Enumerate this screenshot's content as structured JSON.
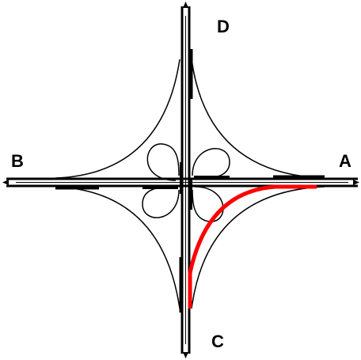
{
  "labels": {
    "north": "D",
    "south": "C",
    "west": "B",
    "east": "A"
  },
  "highlight_route": {
    "from": "A",
    "to": "C",
    "color": "#ff0000"
  },
  "colors": {
    "road": "#000000",
    "background": "#ffffff",
    "highlight": "#ff0000"
  }
}
